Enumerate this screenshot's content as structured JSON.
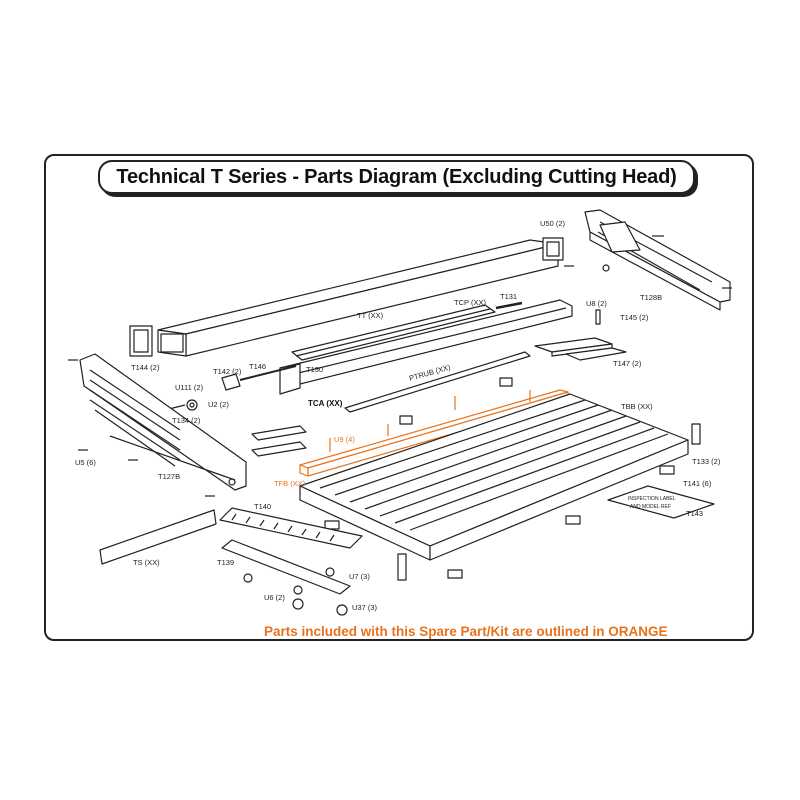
{
  "title": "Technical T Series - Parts Diagram (Excluding Cutting Head)",
  "footer_note": "Parts included with this Spare Part/Kit are outlined in ORANGE",
  "colors": {
    "highlight": "#e8731c",
    "line": "#222222",
    "background": "#ffffff"
  },
  "parts": {
    "tt": "TT (XX)",
    "tcp": "TCP (XX)",
    "t131": "T131",
    "u50": "U50 (2)",
    "t128b": "T128B",
    "u8": "U8 (2)",
    "t145": "T145 (2)",
    "t147": "T147 (2)",
    "t144": "T144 (2)",
    "t146": "T146",
    "t130": "T130",
    "t142": "T142 (2)",
    "u111": "U111 (2)",
    "u2": "U2 (2)",
    "t134": "T134 (2)",
    "ptrub": "PTRUB (XX)",
    "tca": "TCA (XX)",
    "tbb": "TBB (XX)",
    "u9": "U9 (4)",
    "tfb": "TFB (XX)",
    "u5": "U5 (6)",
    "t127b": "T127B",
    "t133": "T133 (2)",
    "t141": "T141 (6)",
    "t143": "T143",
    "t140": "T140",
    "ts": "TS (XX)",
    "t139": "T139",
    "u7": "U7 (3)",
    "u6": "U6 (2)",
    "u37": "U37 (3)"
  },
  "inspection_label": {
    "line1": "INSPECTION LABEL",
    "line2": "AND MODEL REF"
  }
}
